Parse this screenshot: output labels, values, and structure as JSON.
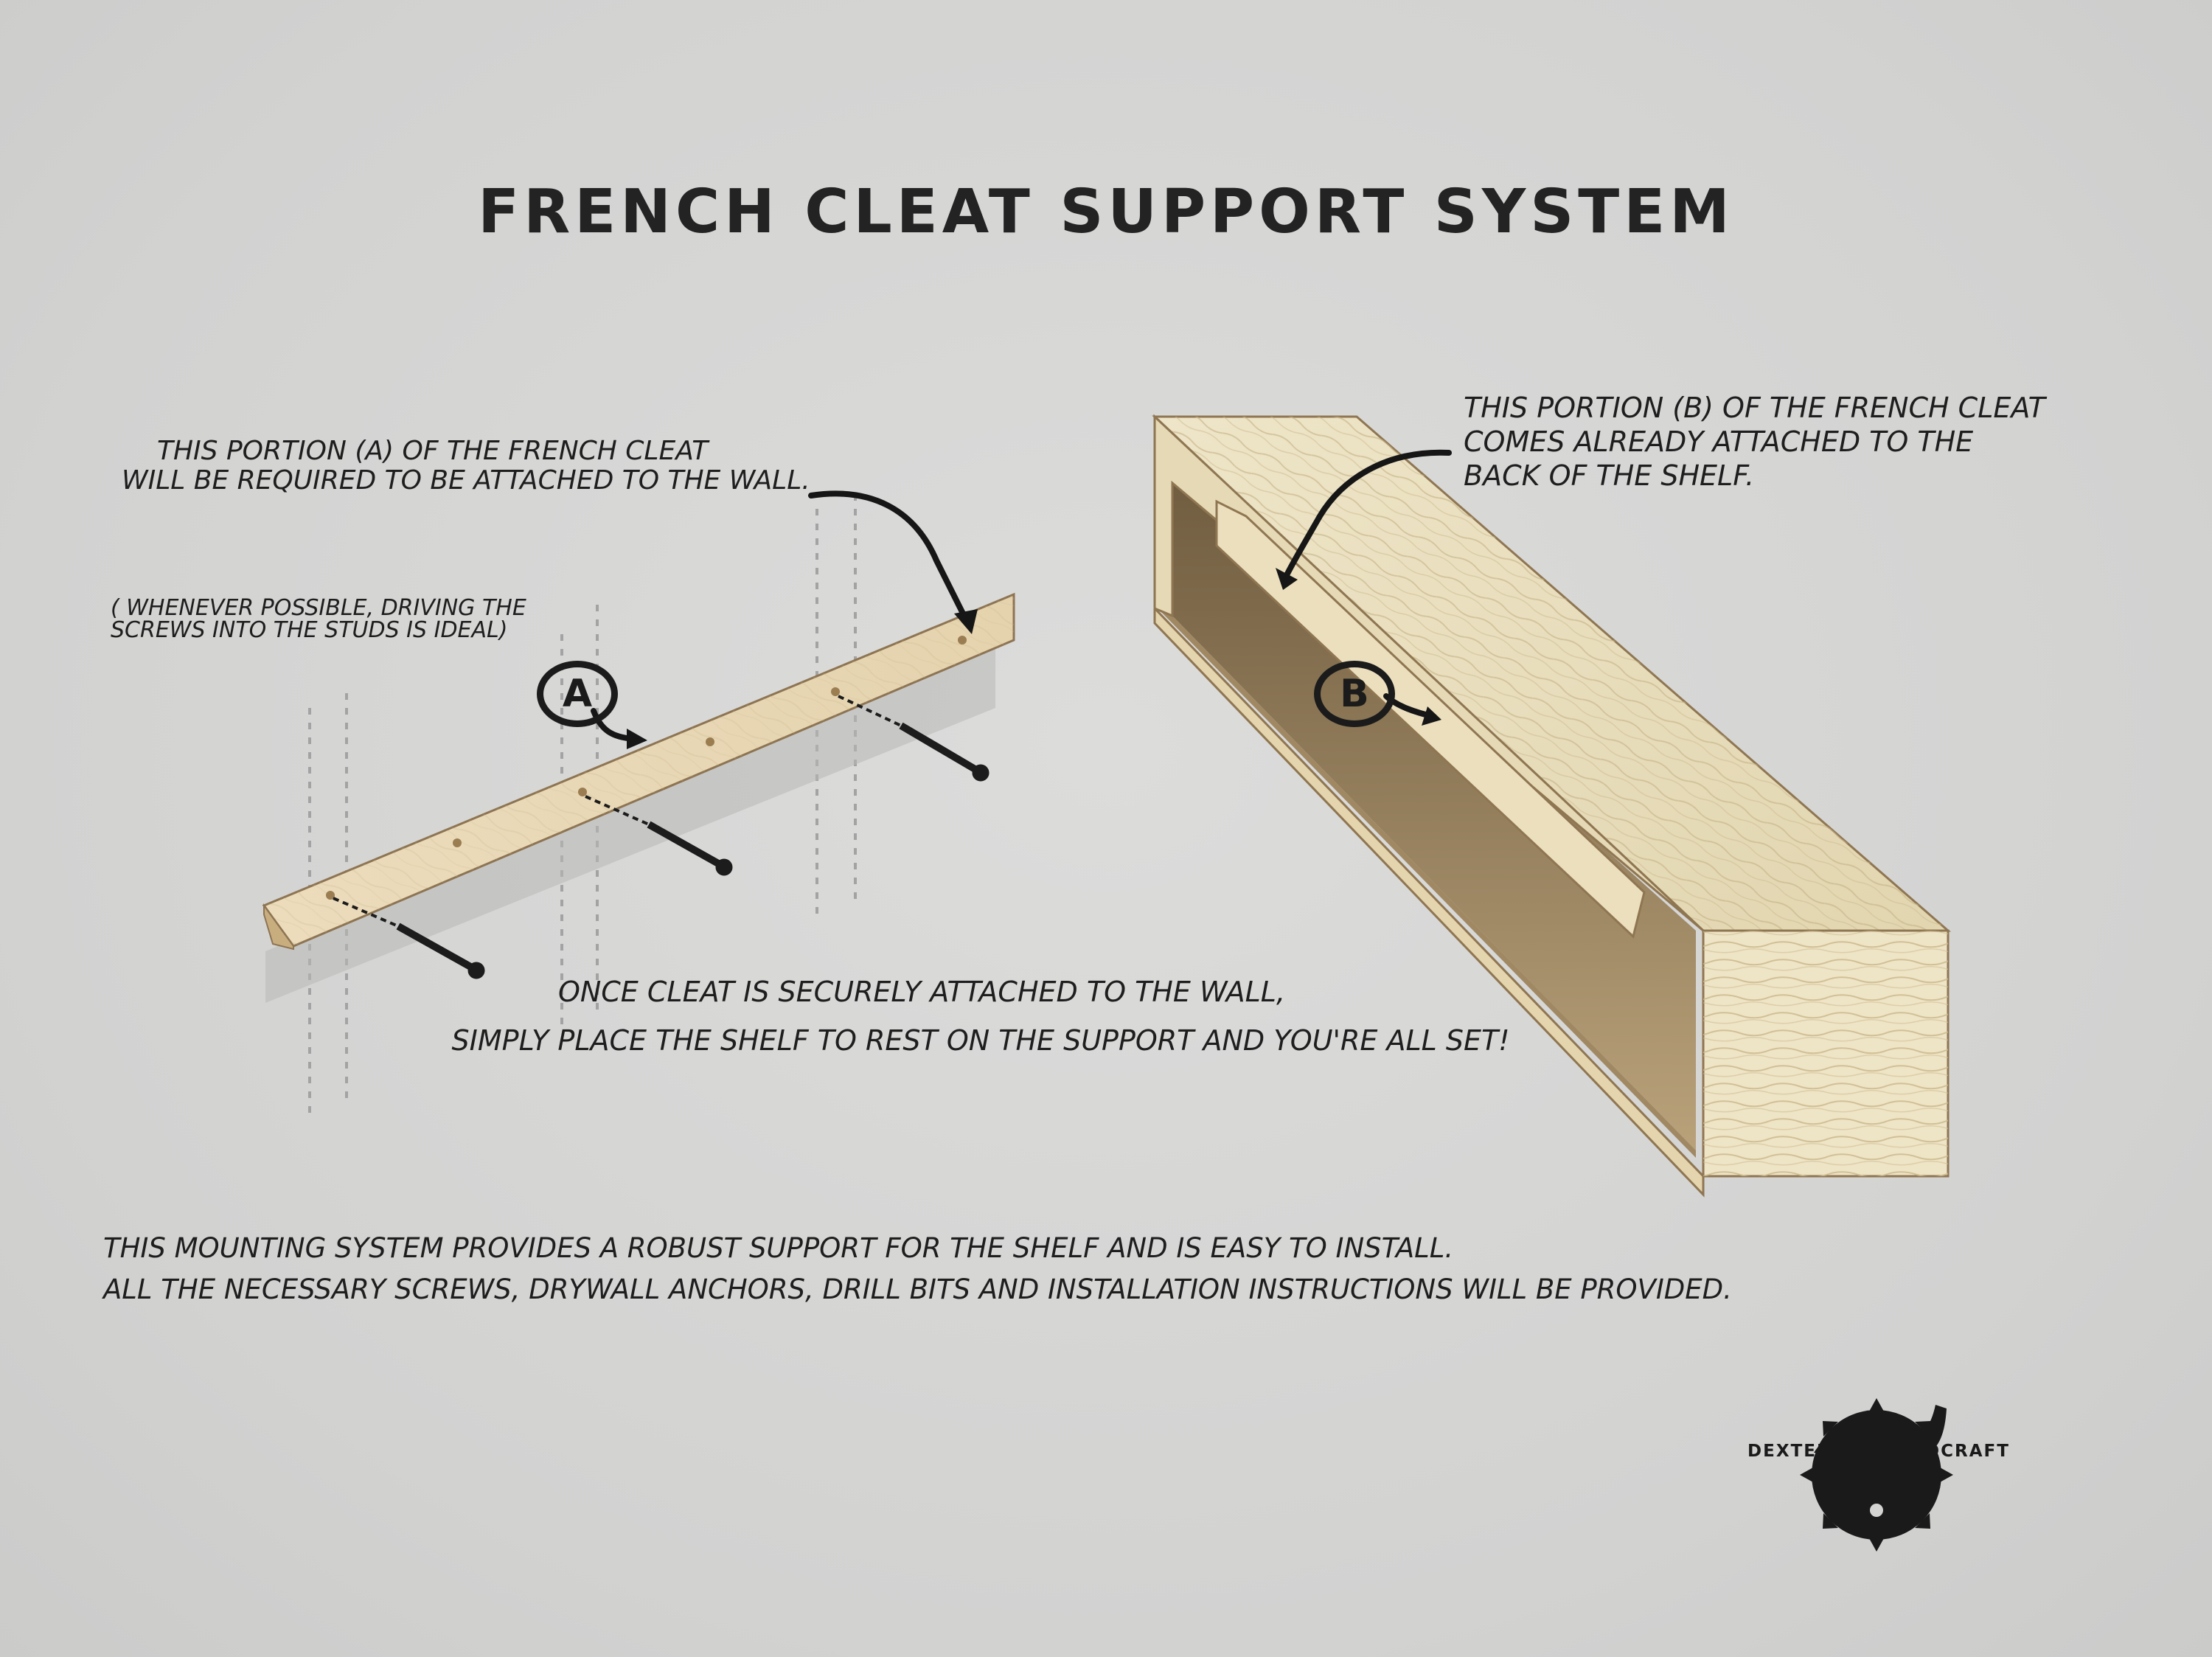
{
  "title": "FRENCH CLEAT SUPPORT SYSTEM",
  "note_a": {
    "line1": "THIS PORTION (A) OF THE FRENCH CLEAT",
    "line2": "WILL BE REQUIRED TO BE ATTACHED TO THE WALL."
  },
  "note_hint": {
    "line1": "( WHENEVER POSSIBLE, DRIVING THE",
    "line2": "SCREWS INTO THE STUDS IS IDEAL)"
  },
  "note_b": {
    "line1": "THIS PORTION (B) OF THE FRENCH CLEAT",
    "line2": "COMES ALREADY ATTACHED TO THE",
    "line3": "BACK OF THE SHELF."
  },
  "note_mid": {
    "line1": "ONCE CLEAT IS SECURELY ATTACHED TO THE WALL,",
    "line2": "SIMPLY PLACE THE SHELF TO REST ON THE SUPPORT AND YOU'RE ALL SET!"
  },
  "note_bottom": {
    "line1": "THIS MOUNTING SYSTEM PROVIDES A ROBUST SUPPORT FOR THE SHELF AND IS EASY TO INSTALL.",
    "line2": "ALL THE NECESSARY SCREWS, DRYWALL ANCHORS, DRILL BITS AND INSTALLATION INSTRUCTIONS WILL BE PROVIDED."
  },
  "labels": {
    "a": "A",
    "b": "B"
  },
  "logo": {
    "text": "DEXTERITY WOODCRAFT",
    "icon": "hand-plane-saw-blade-icon"
  },
  "colors": {
    "background": "#d4d4d3",
    "wood_light": "#eadfc0",
    "wood_mid": "#d9c9a0",
    "wood_dark": "#8b7350",
    "ink": "#1e1e1e"
  }
}
